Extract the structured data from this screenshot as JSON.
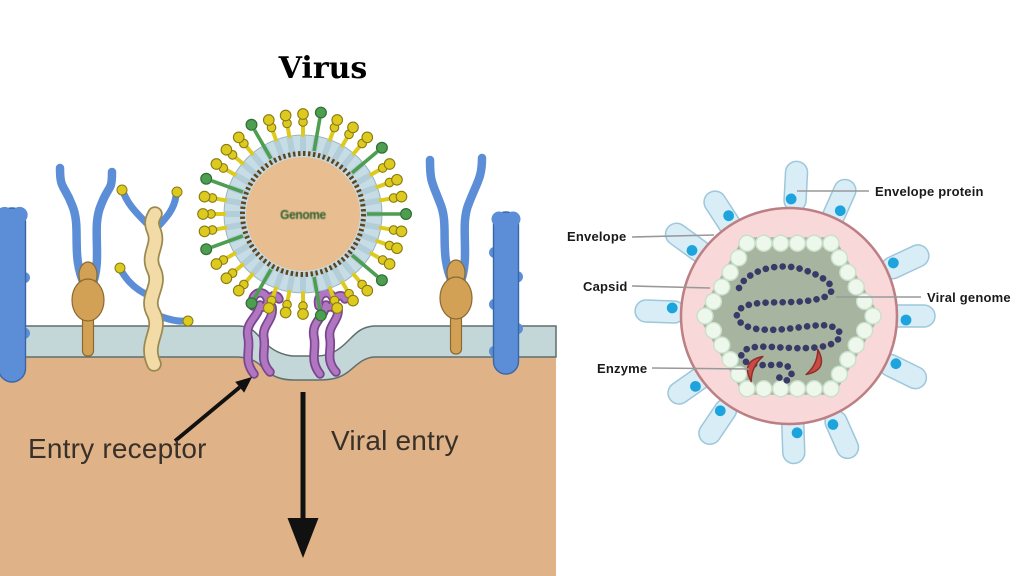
{
  "left_panel": {
    "title": "Virus",
    "virus_core_label": "Genome",
    "entry_receptor_label": "Entry receptor",
    "viral_entry_label": "Viral entry",
    "colors": {
      "cytoplasm": "#e0b287",
      "membrane": "#c3d7d9",
      "membrane_outline": "#5f6f6d",
      "virus_core": "#e8bd90",
      "capsid_ring": "#5f451c",
      "envelope_ring": "#c7dde6",
      "envelope_ring_bar": "#b3cdd9",
      "envelope_ring_edge": "#9ab4c0",
      "spike_yellow": "#ddca1e",
      "spike_yellow_outline": "#8a7a14",
      "spike_green": "#4d9e50",
      "spike_green_outline": "#2e6e33",
      "receptor_blue": "#5b8ed6",
      "receptor_blue_outline": "#3a66a8",
      "receptor_tan": "#d2a155",
      "receptor_tan_outline": "#8a6a30",
      "receptor_cream": "#f2dba6",
      "receptor_cream_outline": "#9a8a50",
      "entry_receptor_purple": "#b076c0",
      "entry_receptor_purple_outline": "#7a4690",
      "arrow": "#111111"
    }
  },
  "right_panel": {
    "labels": {
      "envelope_protein": "Envelope protein",
      "envelope": "Envelope",
      "capsid": "Capsid",
      "viral_genome": "Viral genome",
      "enzyme": "Enzyme"
    },
    "colors": {
      "envelope_fill": "#f8d8d8",
      "envelope_stroke": "#bc7f84",
      "protein_fill": "#d8edf6",
      "protein_stroke": "#9dc7da",
      "protein_dot": "#1ea4dc",
      "capsid_fill": "#a7b5a0",
      "capsid_bead_fill": "#edf7ec",
      "capsid_bead_stroke": "#c9e0ca",
      "genome": "#3a3a68",
      "enzyme_fill": "#c94b44",
      "enzyme_stroke": "#8e2f2c",
      "leader_line": "#999999"
    }
  }
}
